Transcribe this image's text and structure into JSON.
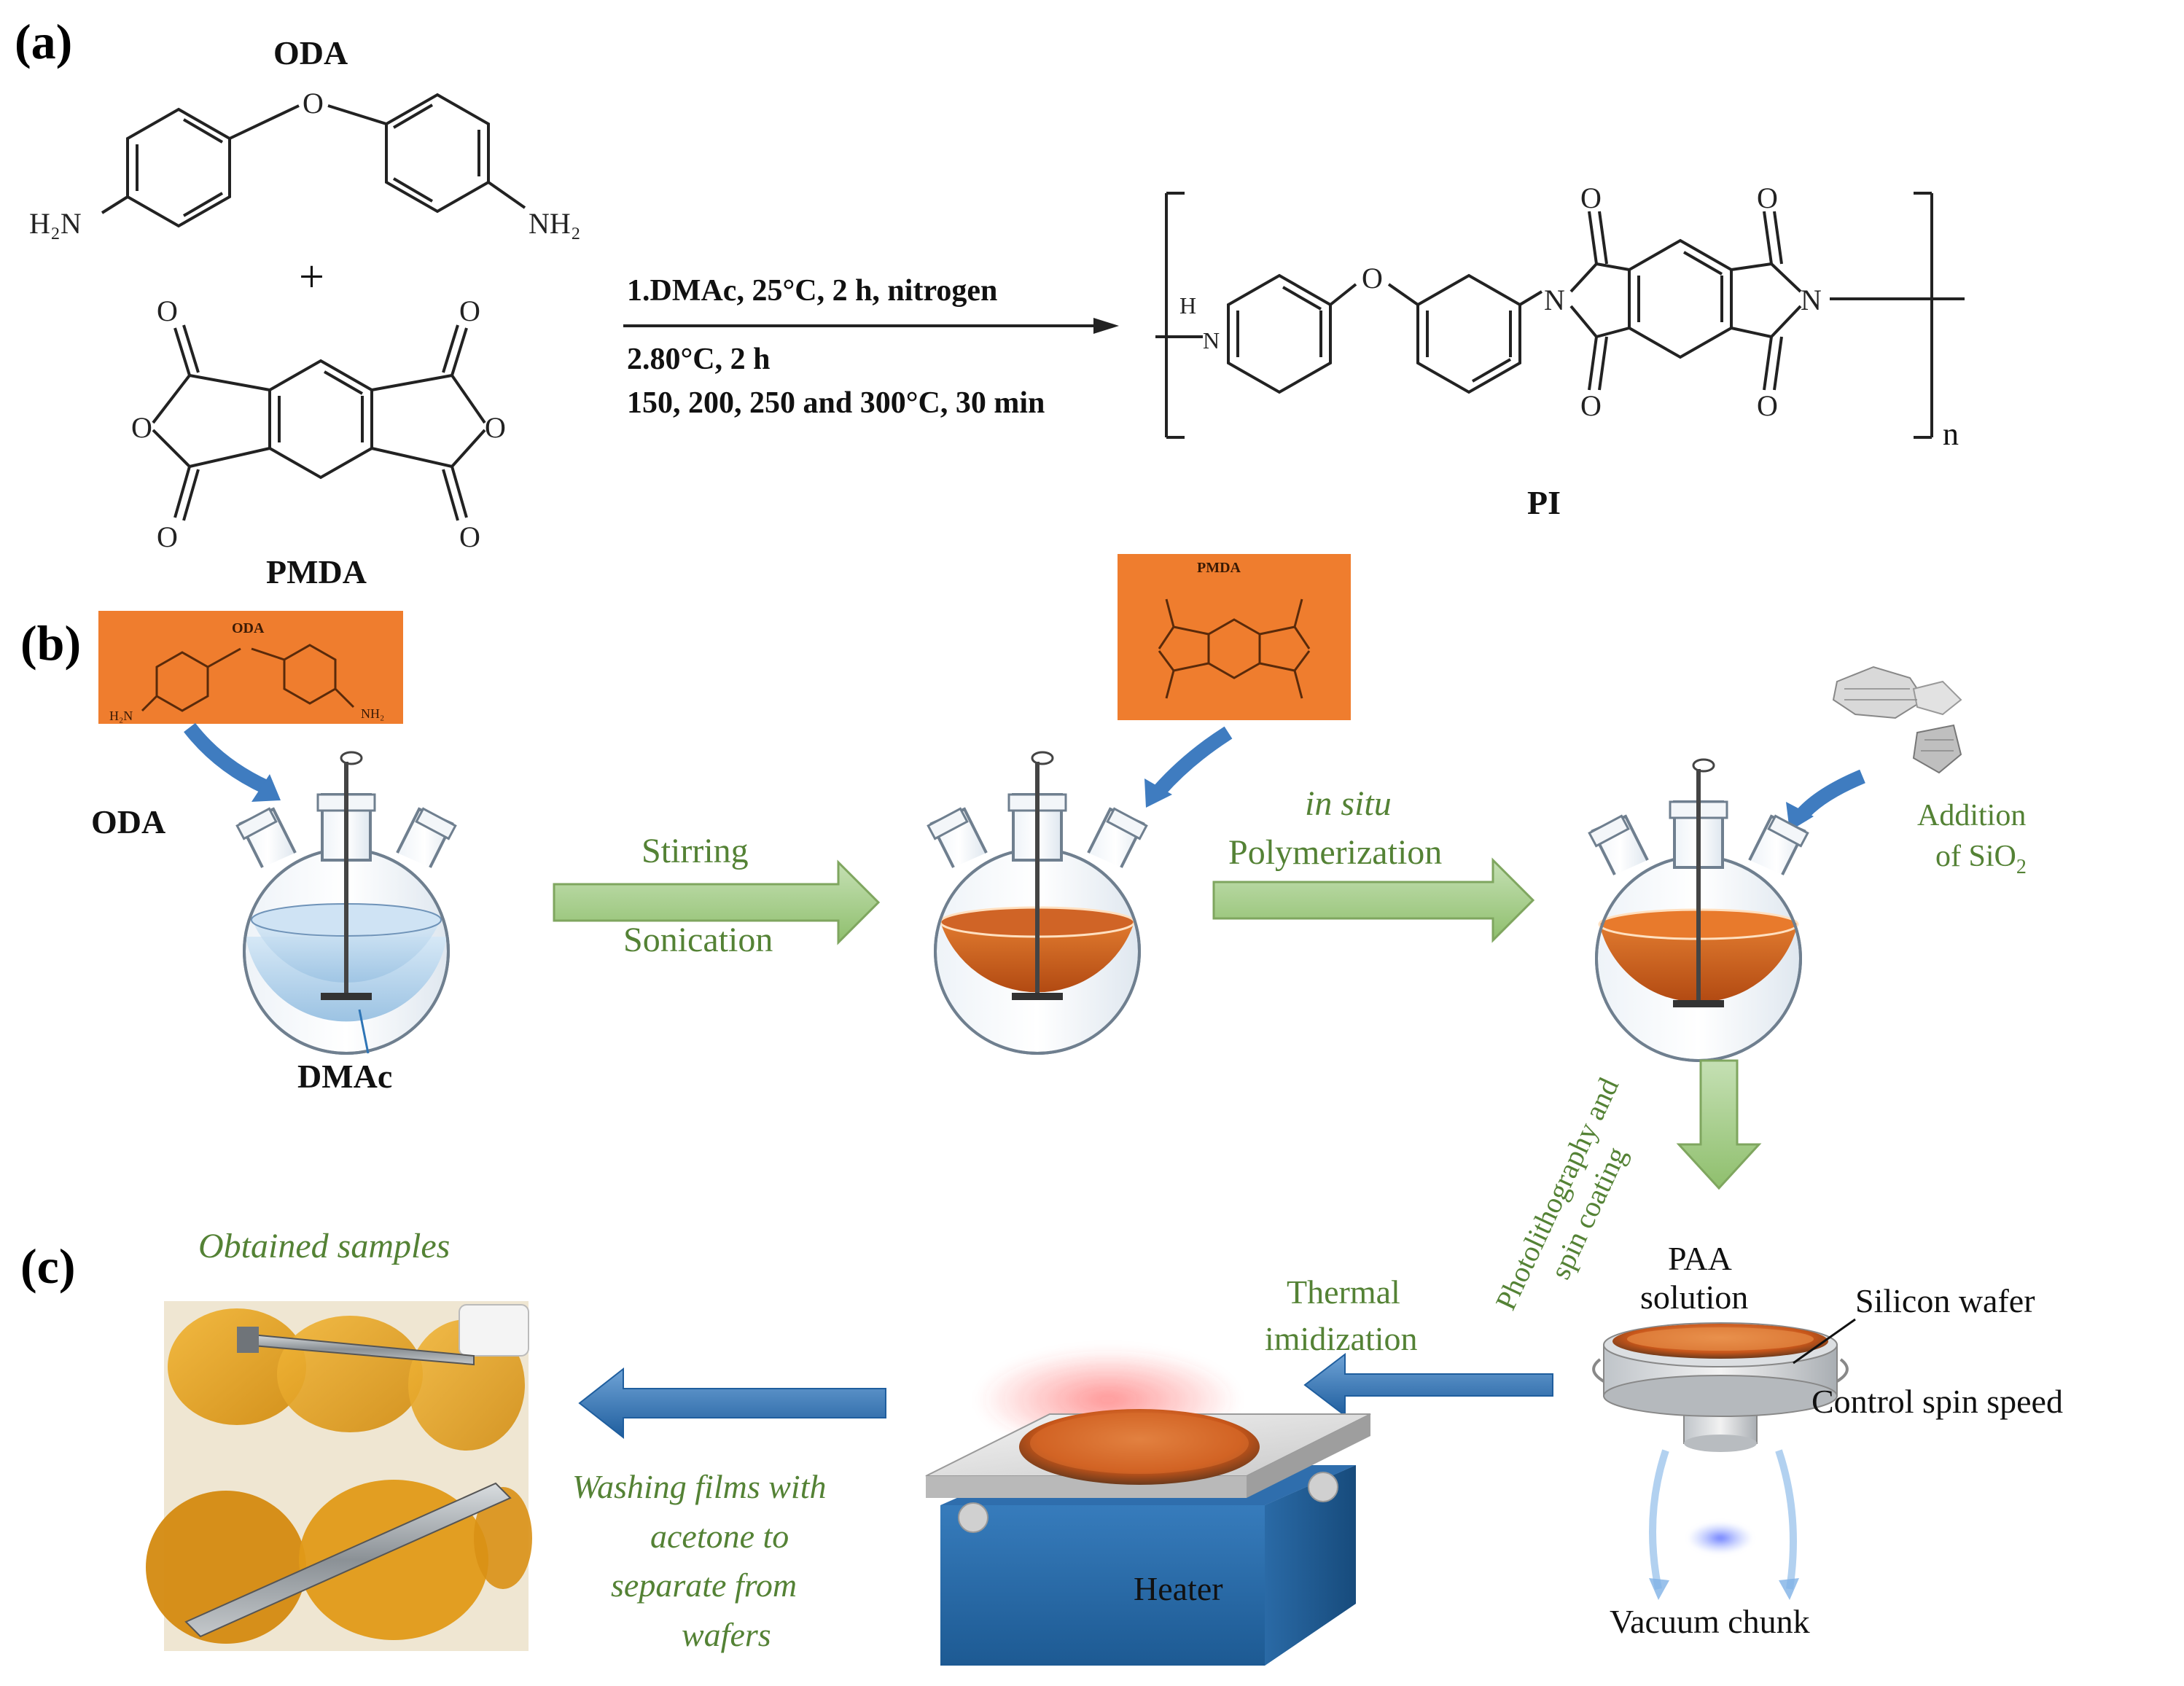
{
  "panel_labels": {
    "a": "(a)",
    "b": "(b)",
    "c": "(c)"
  },
  "scheme": {
    "oda_label": "ODA",
    "plus": "+",
    "pmda_label": "PMDA",
    "h2n_left": "H₂N",
    "nh2_right": "NH₂",
    "o_atom": "O",
    "n_atom": "N",
    "h_atom": "H",
    "conditions": {
      "line1": "1.DMAc, 25°C, 2 h, nitrogen",
      "line2": "2.80°C, 2 h",
      "line3": "150, 200, 250 and 300°C, 30 min"
    },
    "repeat_n": "n",
    "product_label": "PI"
  },
  "process": {
    "oda_box_title": "ODA",
    "oda_box_h2n": "H₂N",
    "oda_box_nh2": "NH₂",
    "pmda_box_title": "PMDA",
    "oda_side_label": "ODA",
    "dmac_label": "DMAc",
    "step1_top": "Stirring",
    "step1_bottom": "Sonication",
    "step2_top": "in situ",
    "step2_bottom": "Polymerization",
    "sio2_line1": "Addition",
    "sio2_line2_prefix": "of SiO",
    "sio2_sub": "2",
    "spin_label_line1": "Photolithography and",
    "spin_label_line2": "spin coating",
    "paa_line1": "PAA",
    "paa_line2": "solution",
    "silicon_wafer": "Silicon wafer",
    "control_spin": "Control spin speed",
    "vacuum": "Vacuum chunk",
    "thermal_line1": "Thermal",
    "thermal_line2": "imidization",
    "heater": "Heater",
    "washing_lines": [
      "Washing films with",
      "acetone to",
      "separate from",
      "wafers"
    ],
    "obtained": "Obtained samples"
  },
  "colors": {
    "orange_box": "#ef7d2e",
    "solution_blue": "#bcd9ee",
    "solution_orange": "#c8561a",
    "arrow_green": "#a9d18e",
    "arrow_blue": "#2e75b6",
    "text_green": "#548235",
    "heater_blue": "#2e6da4"
  }
}
